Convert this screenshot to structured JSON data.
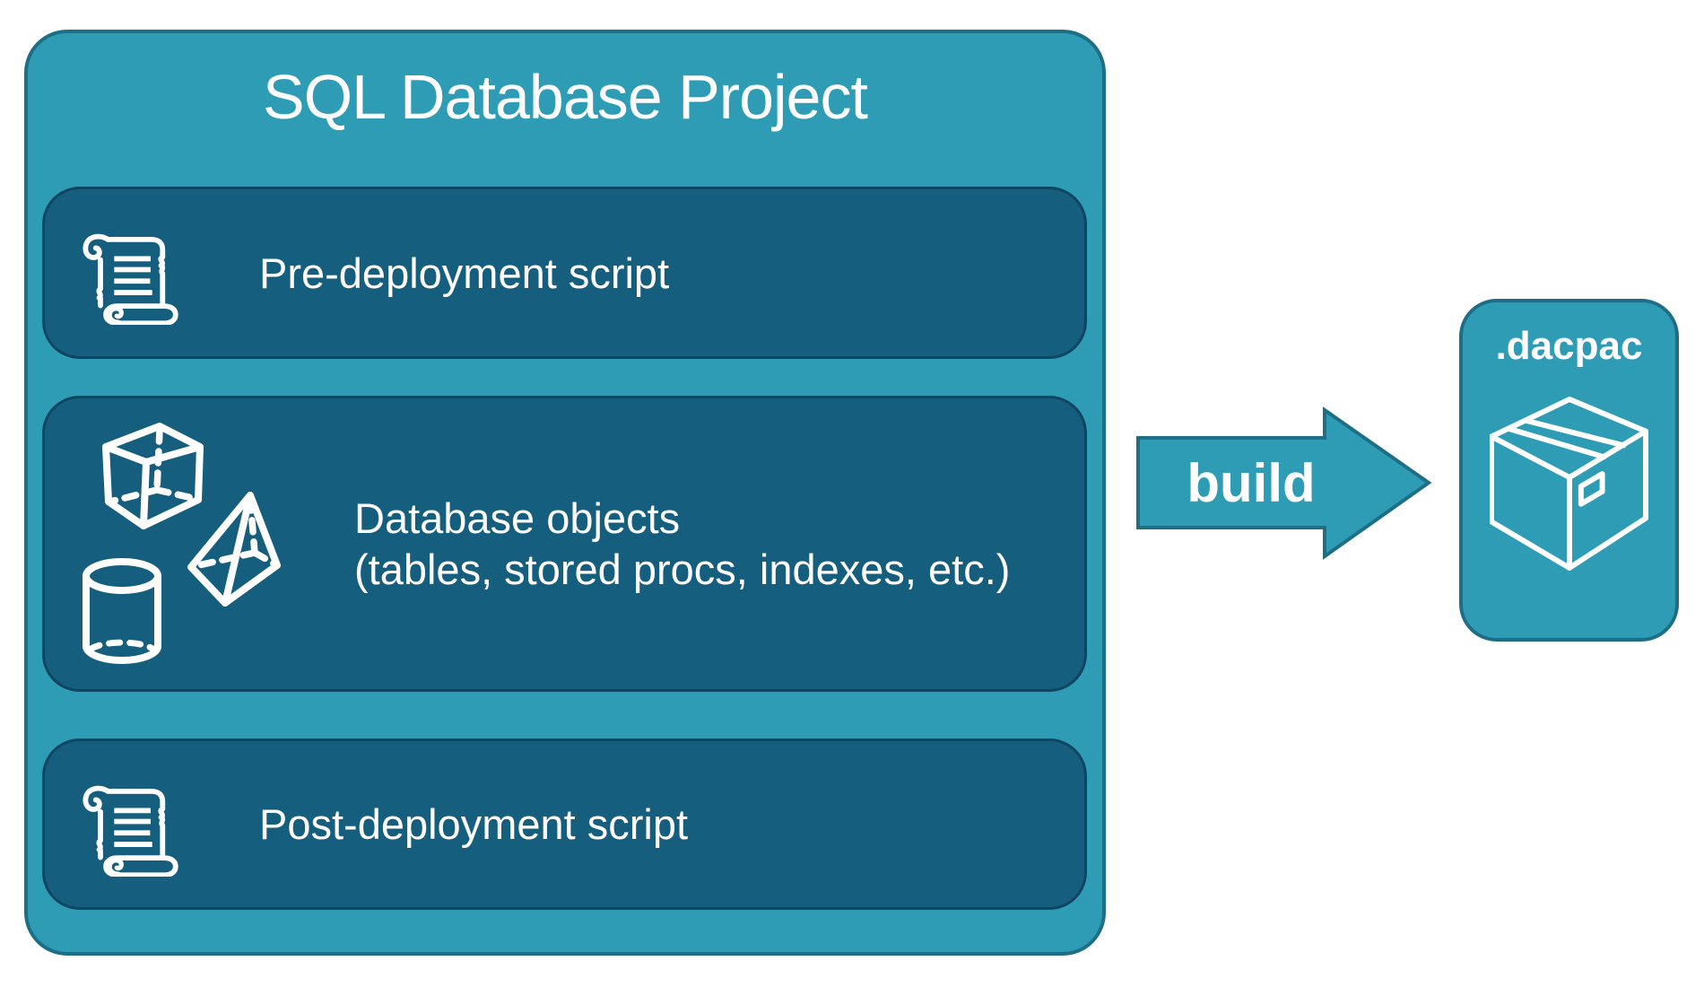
{
  "project": {
    "title": "SQL Database Project",
    "panels": [
      {
        "icon": "scroll-icon",
        "label": "Pre-deployment script"
      },
      {
        "icon": "shapes-3d-icon",
        "label": "Database objects",
        "sublabel": "(tables, stored procs, indexes, etc.)"
      },
      {
        "icon": "scroll-icon",
        "label": "Post-deployment script"
      }
    ]
  },
  "arrow": {
    "label": "build"
  },
  "output": {
    "label": ".dacpac",
    "icon": "package-box-icon"
  },
  "colors": {
    "teal": "#2f9cb6",
    "teal_border": "#1e6e86",
    "panel": "#165e7e",
    "panel_border": "#0e4560",
    "text": "#ffffff",
    "background": "#ffffff"
  }
}
